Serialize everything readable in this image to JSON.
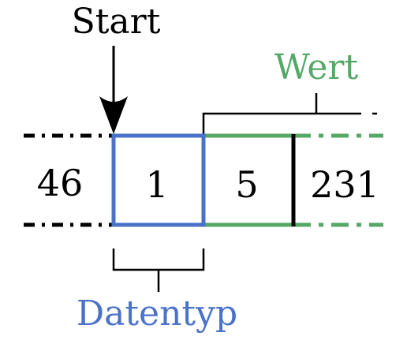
{
  "labels": {
    "start": "Start",
    "wert": "Wert",
    "datentyp": "Datentyp"
  },
  "cells": {
    "previous": "46",
    "type": "1",
    "length": "5",
    "value": "231"
  },
  "colors": {
    "black": "#000000",
    "type_blue": "#4a72c8",
    "value_green": "#55a866"
  }
}
